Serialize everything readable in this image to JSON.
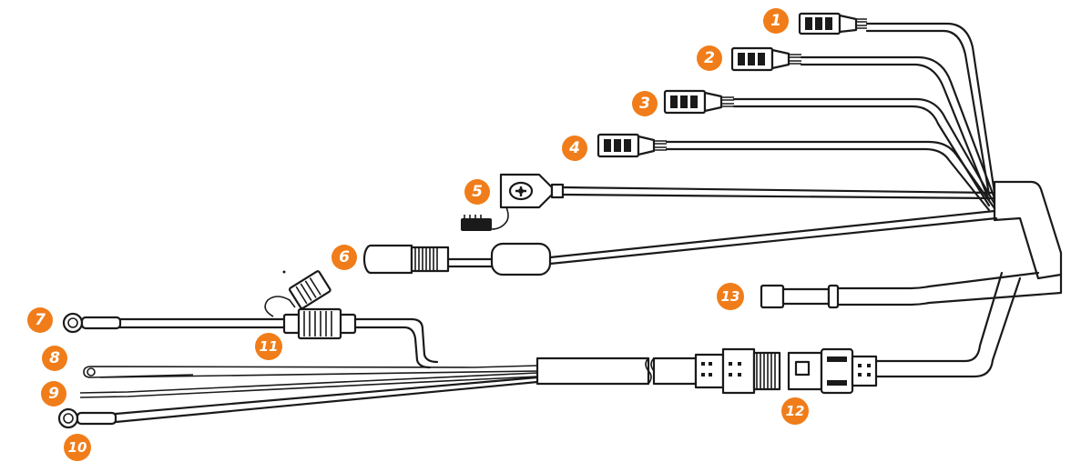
{
  "accent_color": "#f07d1a",
  "callouts": [
    {
      "label": "1"
    },
    {
      "label": "2"
    },
    {
      "label": "3"
    },
    {
      "label": "4"
    },
    {
      "label": "5"
    },
    {
      "label": "6"
    },
    {
      "label": "7"
    },
    {
      "label": "8"
    },
    {
      "label": "9"
    },
    {
      "label": "10"
    },
    {
      "label": "11"
    },
    {
      "label": "12"
    },
    {
      "label": "13"
    }
  ]
}
